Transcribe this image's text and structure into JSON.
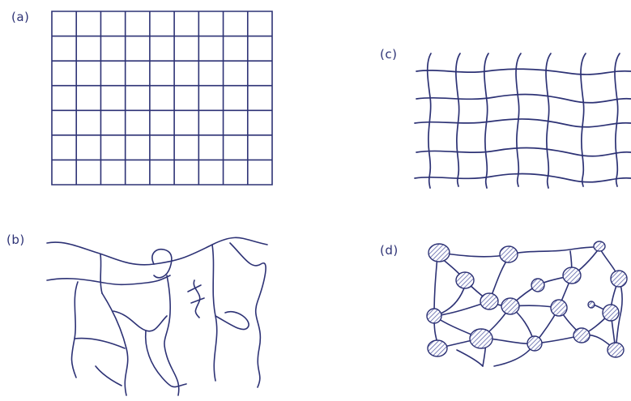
{
  "panels": [
    {
      "id": "a",
      "label": "(a)"
    },
    {
      "id": "b",
      "label": "(b)"
    },
    {
      "id": "c",
      "label": "(c)"
    },
    {
      "id": "d",
      "label": "(d)"
    }
  ],
  "colors": {
    "ink": "#2d3275",
    "hatch": "#5b62a8",
    "background": "#ffffff"
  }
}
